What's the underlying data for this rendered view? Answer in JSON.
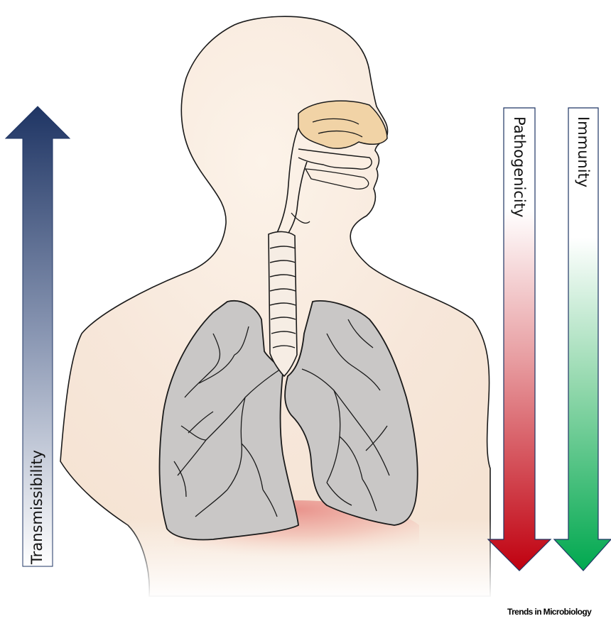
{
  "labels": {
    "transmissibility": "Transmissibility",
    "pathogenicity": "Pathogenicity",
    "immunity": "Immunity"
  },
  "credit": "Trends in Microbiology",
  "colors": {
    "transmissibility": "#1f3564",
    "pathogenicity": "#c0000f",
    "immunity": "#00a84f",
    "skin": "#f7e8dc",
    "nose": "#f1d3a6",
    "lung": "#c9c7c6",
    "diaphragm": "#e8958e"
  }
}
